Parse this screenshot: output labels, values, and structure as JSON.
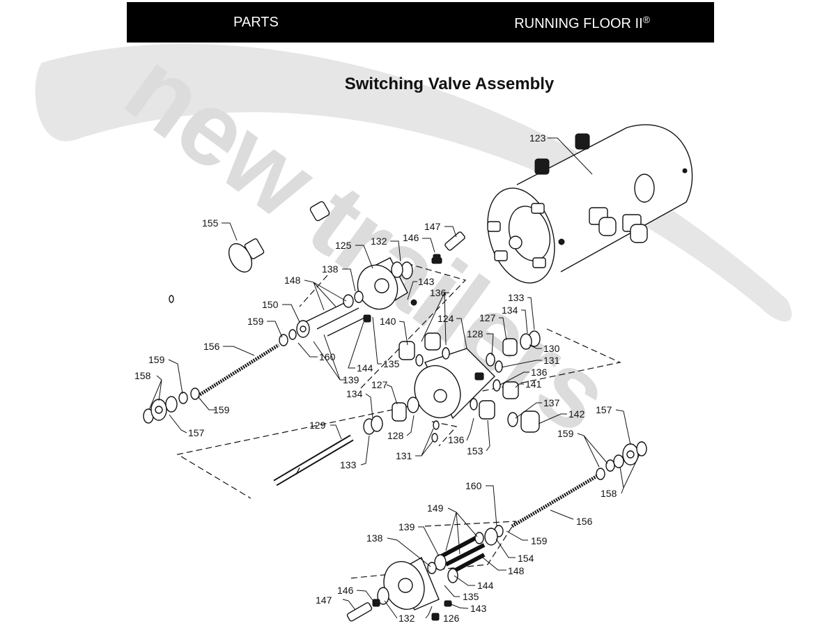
{
  "header": {
    "left": "PARTS",
    "right": "RUNNING FLOOR II",
    "right_mark": "®"
  },
  "title": "Switching Valve Assembly",
  "watermark": {
    "text": "new trailers",
    "color": "#d9d9d9"
  },
  "parts": {
    "p123": "123",
    "p155": "155",
    "p125": "125",
    "p132a": "132",
    "p146a": "146",
    "p147a": "147",
    "p148a": "148",
    "p138a": "138",
    "p143a": "143",
    "p136a": "136",
    "p150": "150",
    "p159a": "159",
    "p140": "140",
    "p124": "124",
    "p128a": "128",
    "p127a": "127",
    "p134a": "134",
    "p133a": "133",
    "p156a": "156",
    "p160a": "160",
    "p144a": "144",
    "p135a": "135",
    "p139a": "139",
    "p130": "130",
    "p131a": "131",
    "p136b": "136",
    "p141": "141",
    "p159b": "159",
    "p158a": "158",
    "p157a": "157",
    "p159c": "159",
    "p127b": "127",
    "p134b": "134",
    "p128b": "128",
    "p137": "137",
    "p142": "142",
    "p157b": "157",
    "p136c": "136",
    "p153": "153",
    "p129": "129",
    "p133b": "133",
    "p131b": "131",
    "p159d": "159",
    "p158b": "158",
    "p160b": "160",
    "p149": "149",
    "p156b": "156",
    "p139b": "139",
    "p159e": "159",
    "p138b": "138",
    "p154": "154",
    "p148b": "148",
    "p144b": "144",
    "p135b": "135",
    "p146b": "146",
    "p143b": "143",
    "p147b": "147",
    "p132b": "132",
    "p126": "126"
  }
}
